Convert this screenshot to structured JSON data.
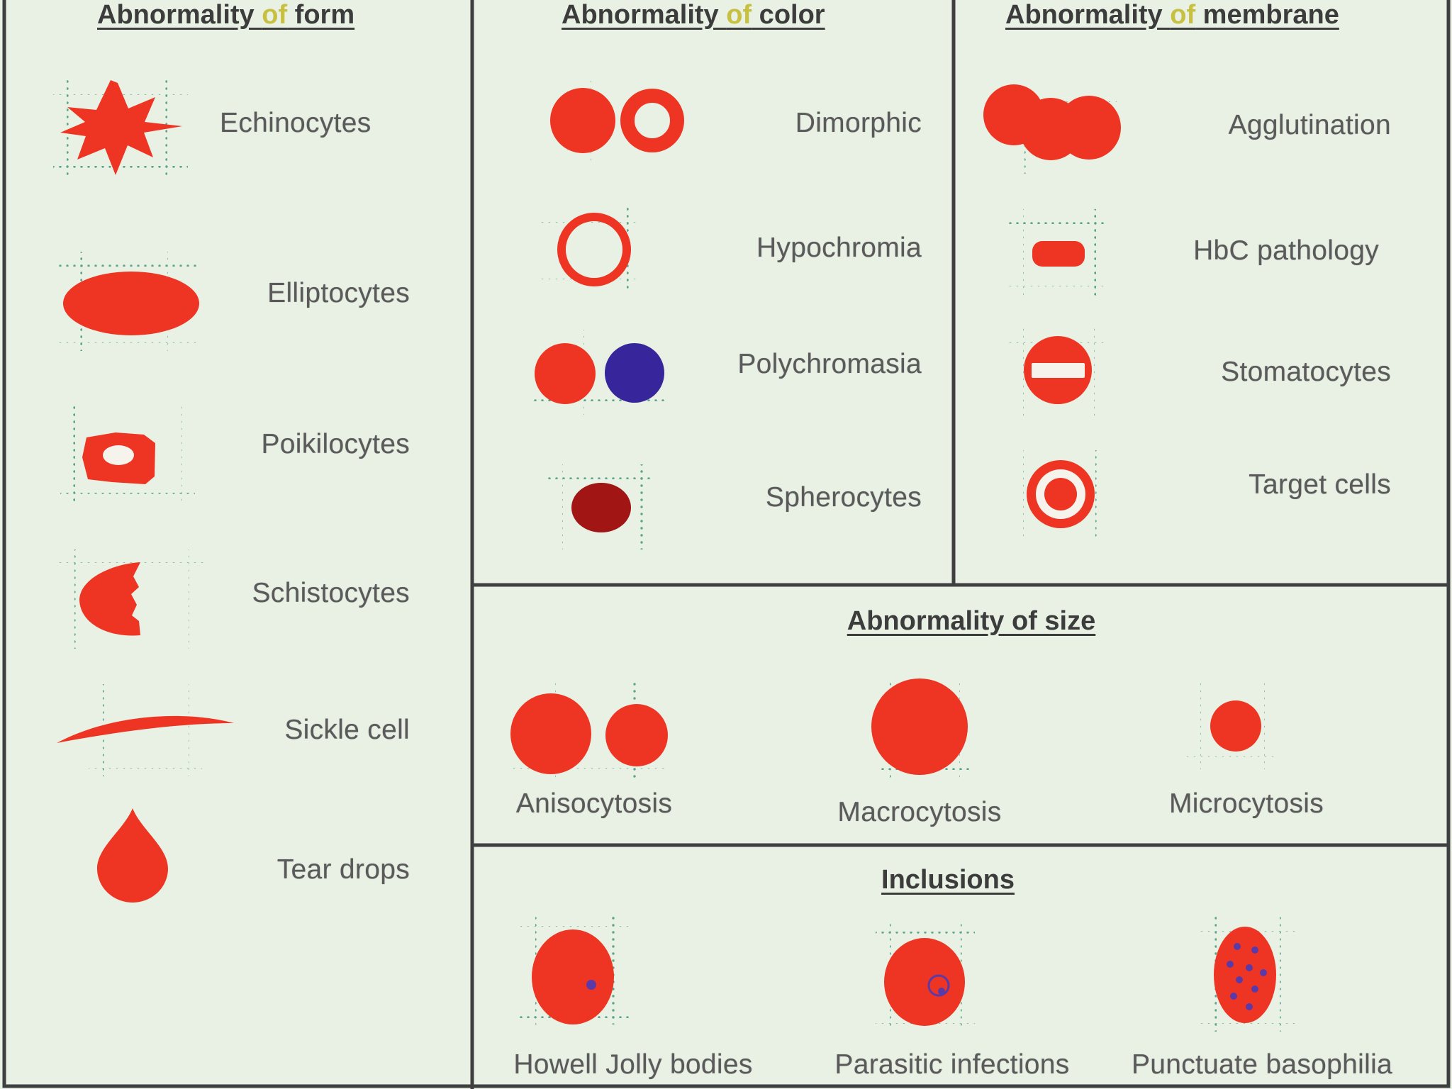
{
  "colors": {
    "background": "#e8f1e4",
    "border": "#3f3f3f",
    "cell_red": "#ee3523",
    "dark_red": "#a11514",
    "blue": "#37269b",
    "dot_purple": "#5a3aa8",
    "grid": "#5aa58a"
  },
  "panels": {
    "form": {
      "title_a": "Abnormality ",
      "title_of": "of",
      "title_b": " form",
      "items": [
        {
          "label": "Echinocytes",
          "icon": "echinocyte-icon"
        },
        {
          "label": "Elliptocytes",
          "icon": "elliptocyte-icon"
        },
        {
          "label": "Poikilocytes",
          "icon": "poikilocyte-icon"
        },
        {
          "label": "Schistocytes",
          "icon": "schistocyte-icon"
        },
        {
          "label": "Sickle cell",
          "icon": "sickle-cell-icon"
        },
        {
          "label": "Tear drops",
          "icon": "tear-drop-icon"
        }
      ]
    },
    "color": {
      "title_a": "Abnormality ",
      "title_of": "of",
      "title_b": " color",
      "items": [
        {
          "label": "Dimorphic",
          "icon": "dimorphic-icon"
        },
        {
          "label": "Hypochromia",
          "icon": "hypochromia-icon"
        },
        {
          "label": "Polychromasia",
          "icon": "polychromasia-icon"
        },
        {
          "label": "Spherocytes",
          "icon": "spherocyte-icon"
        }
      ]
    },
    "membrane": {
      "title_a": "Abnormality ",
      "title_of": "of",
      "title_b": " membrane",
      "items": [
        {
          "label": "Agglutination",
          "icon": "agglutination-icon"
        },
        {
          "label": "HbC pathology",
          "icon": "hbc-pathology-icon"
        },
        {
          "label": "Stomatocytes",
          "icon": "stomatocyte-icon"
        },
        {
          "label": "Target cells",
          "icon": "target-cell-icon"
        }
      ]
    },
    "size": {
      "title": "Abnormality of size",
      "items": [
        {
          "label": "Anisocytosis",
          "icon": "anisocytosis-icon"
        },
        {
          "label": "Macrocytosis",
          "icon": "macrocytosis-icon"
        },
        {
          "label": "Microcytosis",
          "icon": "microcytosis-icon"
        }
      ]
    },
    "inclusions": {
      "title": "Inclusions",
      "items": [
        {
          "label": "Howell Jolly bodies",
          "icon": "howell-jolly-icon"
        },
        {
          "label": "Parasitic infections",
          "icon": "parasitic-infection-icon"
        },
        {
          "label": "Punctuate basophilia",
          "icon": "punctuate-basophilia-icon"
        }
      ]
    }
  }
}
